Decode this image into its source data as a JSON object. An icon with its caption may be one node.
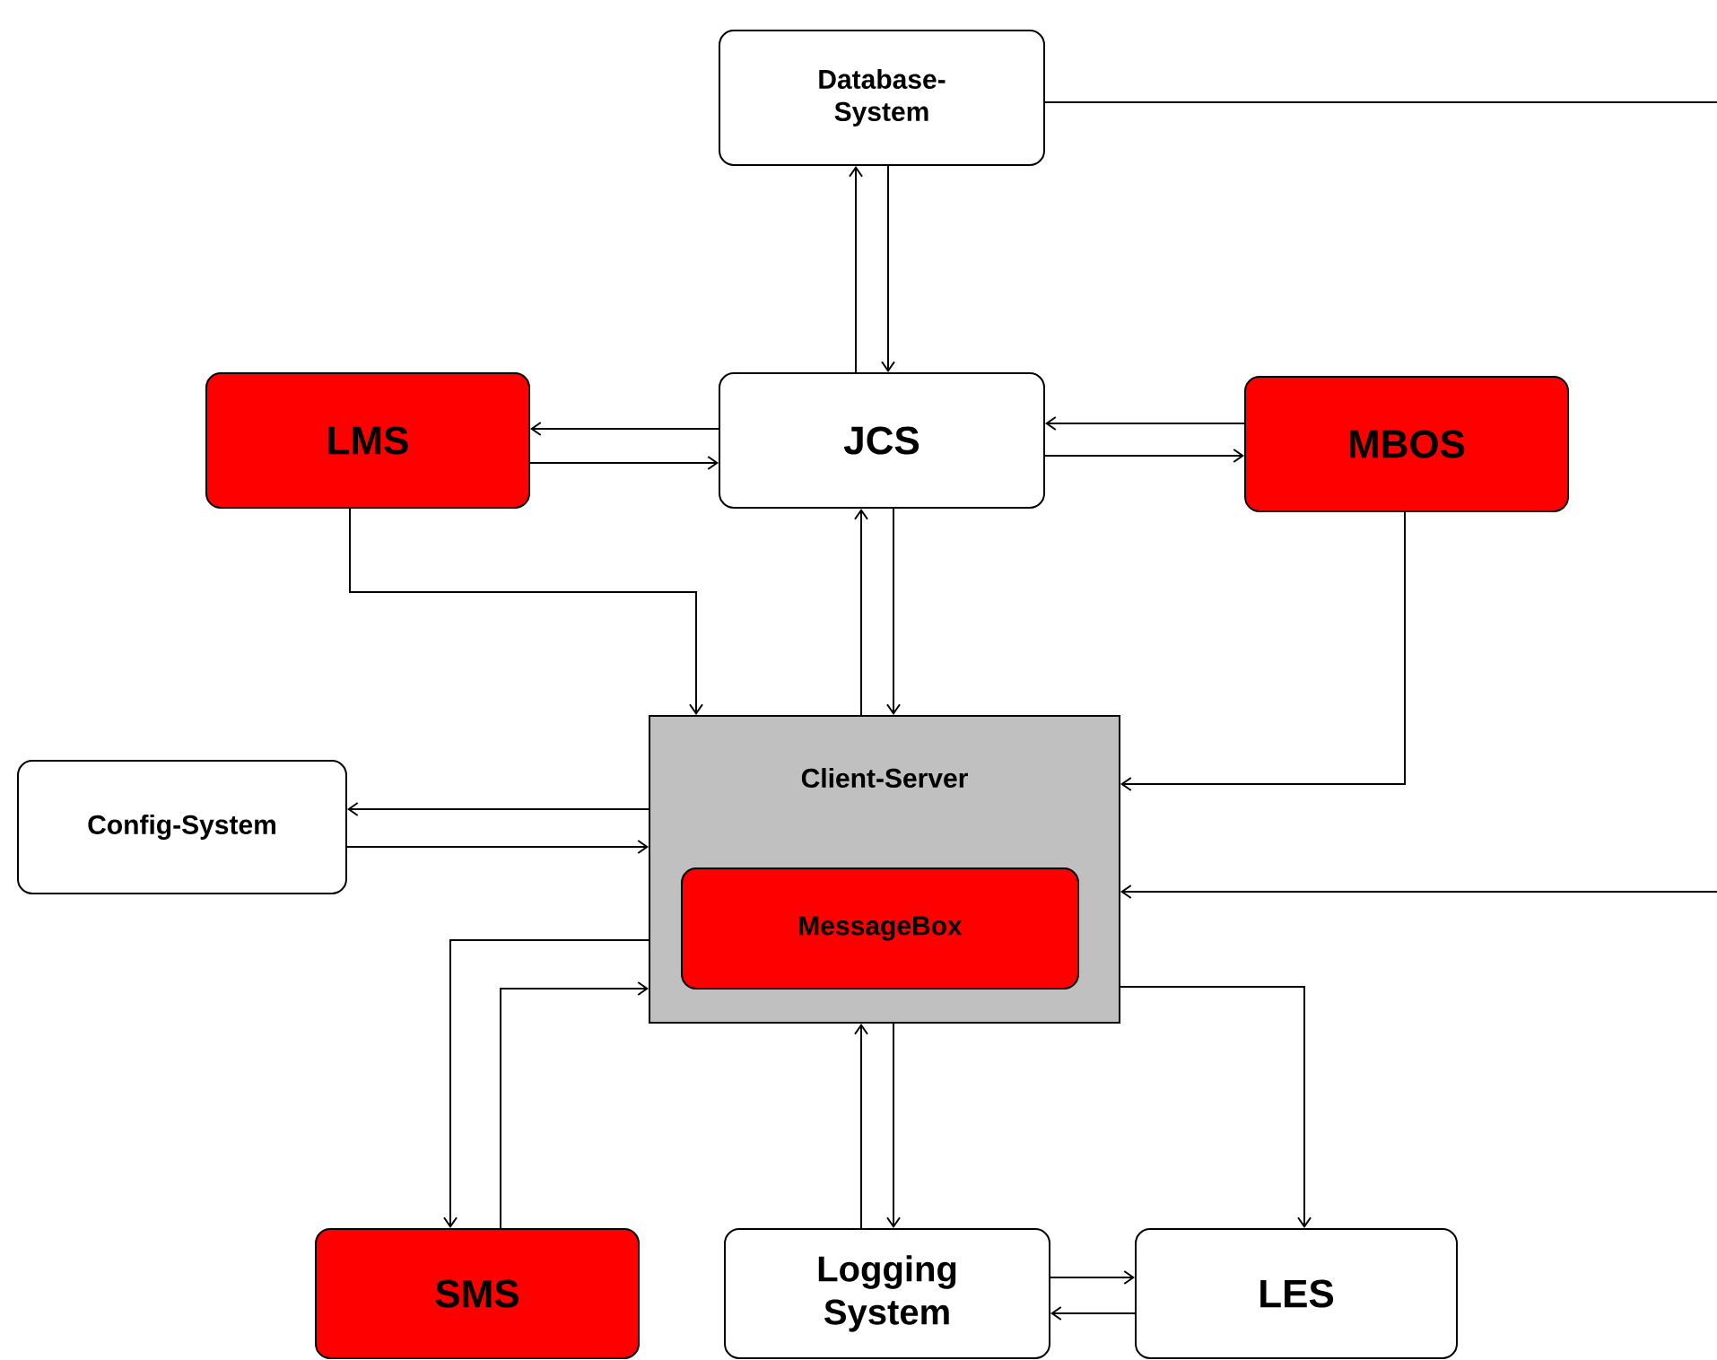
{
  "diagram": {
    "nodes": [
      {
        "text": [
          "Database- System"
        ]
      },
      {
        "text": [
          "LMS"
        ]
      },
      {
        "text": [
          "JCS"
        ]
      },
      {
        "text": [
          "MBOS"
        ]
      },
      {
        "text": [
          "Config-System"
        ]
      },
      {
        "text": [
          "Client-Server"
        ]
      },
      {
        "text": [
          "MessageBox"
        ],
        "in": 5
      },
      {
        "text": [
          "SMS"
        ]
      },
      {
        "text": [
          "Logging System"
        ]
      },
      {
        "text": [
          "LES"
        ]
      }
    ],
    "edges": [
      {
        "from": 2,
        "to": 0,
        "arrow": "to"
      },
      {
        "from": 0,
        "to": 2,
        "arrow": "to"
      },
      {
        "from": 2,
        "to": 1,
        "arrow": "to"
      },
      {
        "from": 1,
        "to": 2,
        "arrow": "to"
      },
      {
        "from": 3,
        "to": 2,
        "arrow": "to"
      },
      {
        "from": 2,
        "to": 3,
        "arrow": "to"
      },
      {
        "from": 1,
        "to": 5,
        "arrow": "to"
      },
      {
        "from": 5,
        "to": 2,
        "arrow": "to"
      },
      {
        "from": 2,
        "to": 5,
        "arrow": "to"
      },
      {
        "from": 3,
        "to": 5,
        "arrow": "to"
      },
      {
        "from": 5,
        "to": 4,
        "arrow": "to"
      },
      {
        "from": 4,
        "to": 5,
        "arrow": "to"
      },
      {
        "from": 5,
        "to": 7,
        "arrow": "to"
      },
      {
        "from": 7,
        "to": 5,
        "arrow": "to"
      },
      {
        "from": 8,
        "to": 5,
        "arrow": "to"
      },
      {
        "from": 5,
        "to": 8,
        "arrow": "to"
      },
      {
        "from": 5,
        "to": 9,
        "arrow": "to"
      },
      {
        "from": 8,
        "to": 9,
        "arrow": "to"
      },
      {
        "from": 9,
        "to": 8,
        "arrow": "to"
      },
      {
        "from": 0,
        "to": null,
        "arrow": "none"
      },
      {
        "from": null,
        "to": 5,
        "arrow": "to"
      }
    ]
  }
}
